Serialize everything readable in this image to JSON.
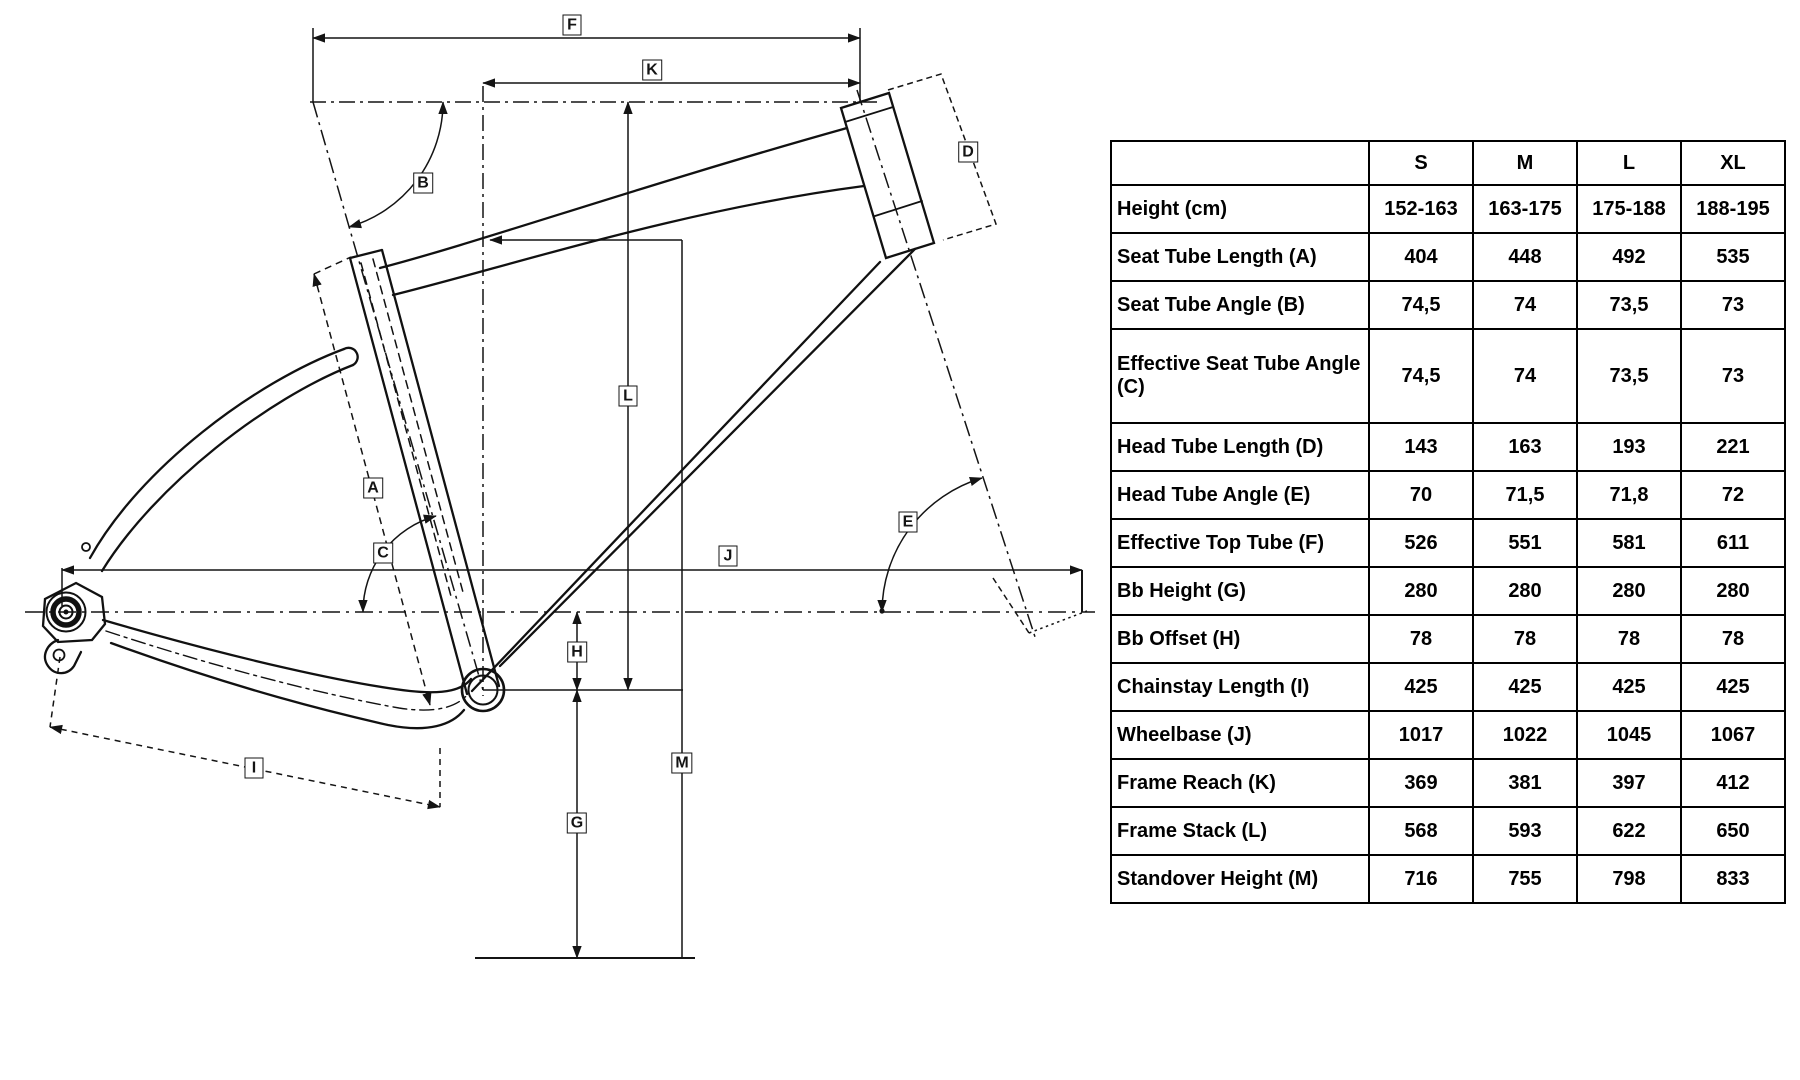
{
  "diagram": {
    "title": "bike-frame-geometry-drawing",
    "dimension_labels": {
      "A": "A",
      "B": "B",
      "C": "C",
      "D": "D",
      "E": "E",
      "F": "F",
      "G": "G",
      "H": "H",
      "I": "I",
      "J": "J",
      "K": "K",
      "L": "L",
      "M": "M"
    }
  },
  "table": {
    "corner": "",
    "columns": [
      "S",
      "M",
      "L",
      "XL"
    ],
    "rows": [
      {
        "label": "Height (cm)",
        "values": [
          "152-163",
          "163-175",
          "175-188",
          "188-195"
        ]
      },
      {
        "label": "Seat Tube Length (A)",
        "values": [
          "404",
          "448",
          "492",
          "535"
        ]
      },
      {
        "label": "Seat Tube Angle (B)",
        "values": [
          "74,5",
          "74",
          "73,5",
          "73"
        ]
      },
      {
        "label": "Effective Seat Tube Angle (C)",
        "values": [
          "74,5",
          "74",
          "73,5",
          "73"
        ]
      },
      {
        "label": "Head Tube Length (D)",
        "values": [
          "143",
          "163",
          "193",
          "221"
        ]
      },
      {
        "label": "Head Tube Angle (E)",
        "values": [
          "70",
          "71,5",
          "71,8",
          "72"
        ]
      },
      {
        "label": "Effective Top Tube (F)",
        "values": [
          "526",
          "551",
          "581",
          "611"
        ]
      },
      {
        "label": "Bb Height (G)",
        "values": [
          "280",
          "280",
          "280",
          "280"
        ]
      },
      {
        "label": "Bb Offset (H)",
        "values": [
          "78",
          "78",
          "78",
          "78"
        ]
      },
      {
        "label": "Chainstay Length (I)",
        "values": [
          "425",
          "425",
          "425",
          "425"
        ]
      },
      {
        "label": "Wheelbase (J)",
        "values": [
          "1017",
          "1022",
          "1045",
          "1067"
        ]
      },
      {
        "label": "Frame Reach (K)",
        "values": [
          "369",
          "381",
          "397",
          "412"
        ]
      },
      {
        "label": "Frame Stack (L)",
        "values": [
          "568",
          "593",
          "622",
          "650"
        ]
      },
      {
        "label": "Standover Height (M)",
        "values": [
          "716",
          "755",
          "798",
          "833"
        ]
      }
    ]
  }
}
